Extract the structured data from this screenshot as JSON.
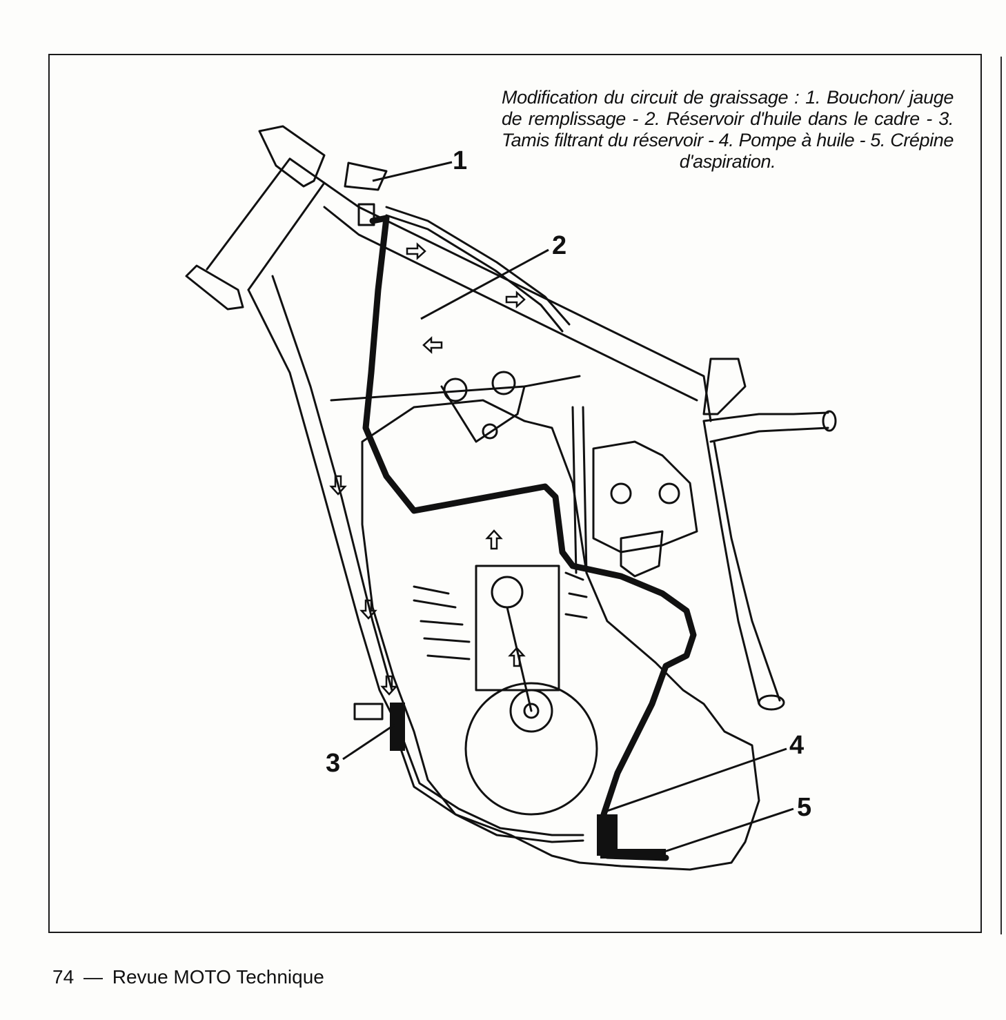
{
  "caption": "Modification du circuit de graissage : 1. Bouchon/ jauge de remplissage - 2. Réservoir d'huile dans le cadre - 3. Tamis filtrant du réservoir - 4. Pompe à huile - 5. Crépine d'aspiration.",
  "callouts": {
    "c1": "1",
    "c2": "2",
    "c3": "3",
    "c4": "4",
    "c5": "5"
  },
  "footer": {
    "page_number": "74",
    "separator": "—",
    "publication": "Revue MOTO Technique"
  }
}
